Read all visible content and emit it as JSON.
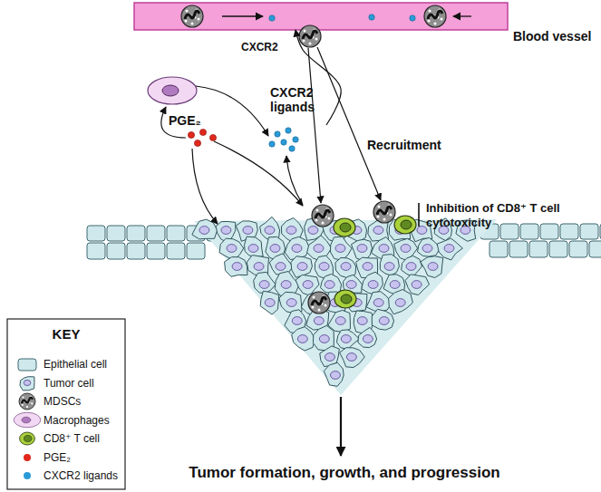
{
  "diagram": {
    "nodes": [
      {
        "text": [
          "Blood vessel"
        ]
      },
      {
        "text": [
          "PGE₂"
        ]
      },
      {
        "text": [
          "CXCR2 ligands"
        ]
      }
    ],
    "edges": [
      {
        "from": 2,
        "to": 0,
        "arrow": "to"
      }
    ],
    "labels": [
      "CXCR2",
      "Recruitment",
      "Inhibition of CD8⁺ T cell cytotoxicity",
      "KEY",
      "Tumor formation, growth, and progression"
    ],
    "legend": [
      {
        "text": "Epithelial cell"
      },
      {
        "text": "Tumor cell"
      },
      {
        "text": "MDSCs"
      },
      {
        "text": "Macrophages"
      },
      {
        "text": "CD8⁺ T cell"
      },
      {
        "text": "PGE₂",
        "color": "#e0281c"
      },
      {
        "text": "CXCR2 ligands",
        "color": "#2b9bd8"
      }
    ]
  }
}
